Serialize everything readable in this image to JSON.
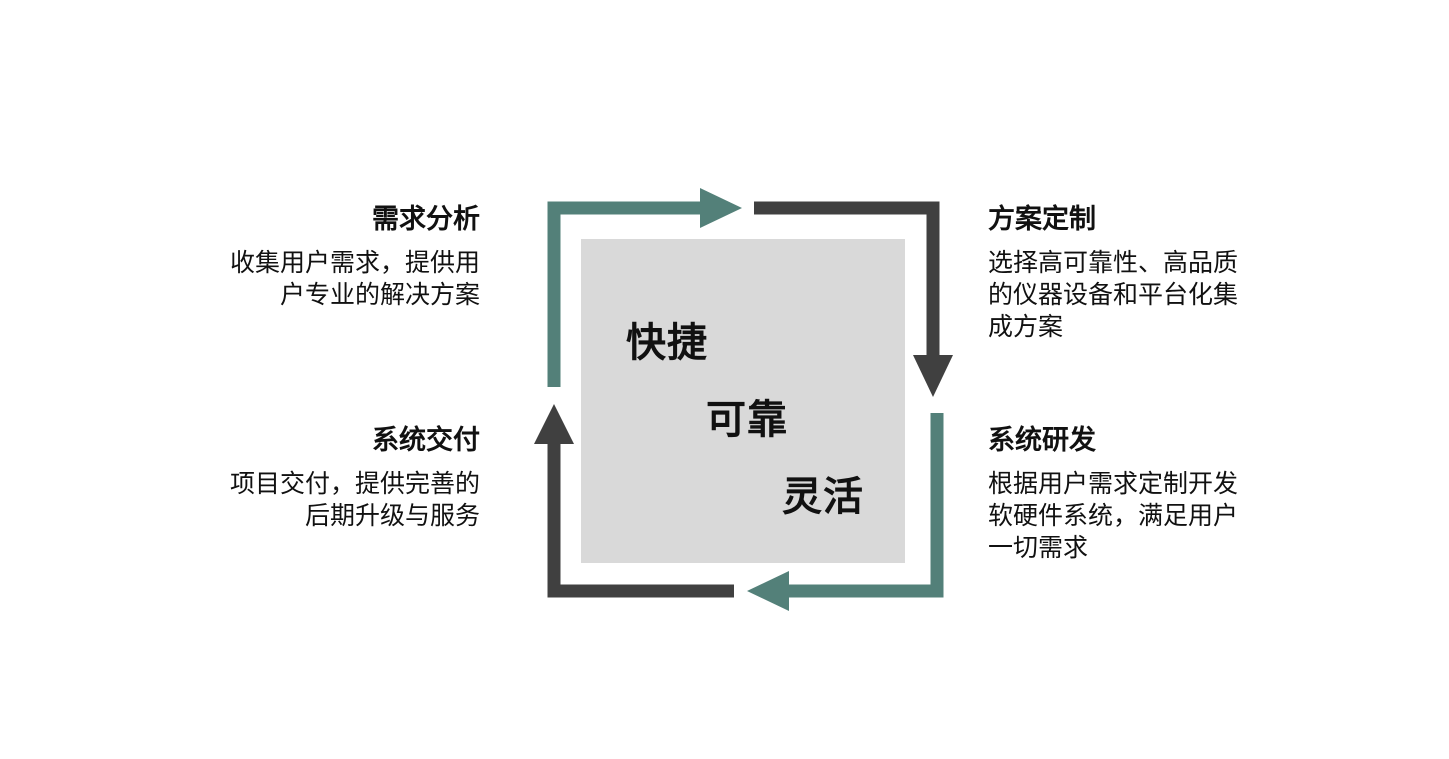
{
  "center": {
    "words": [
      "快捷",
      "可靠",
      "灵活"
    ]
  },
  "steps": {
    "top_left": {
      "title": "需求分析",
      "lines": [
        "收集用户需求，提供用",
        "户专业的解决方案"
      ]
    },
    "top_right": {
      "title": "方案定制",
      "lines": [
        "选择高可靠性、高品质",
        "的仪器设备和平台化集",
        "成方案"
      ]
    },
    "bottom_left": {
      "title": "系统交付",
      "lines": [
        "项目交付，提供完善的",
        "后期升级与服务"
      ]
    },
    "bottom_right": {
      "title": "系统研发",
      "lines": [
        "根据用户需求定制开发",
        "软硬件系统，满足用户",
        "一切需求"
      ]
    }
  },
  "colors": {
    "teal_arrow": "#538079",
    "dark_arrow": "#404040",
    "center_fill": "#d9d9d9"
  }
}
